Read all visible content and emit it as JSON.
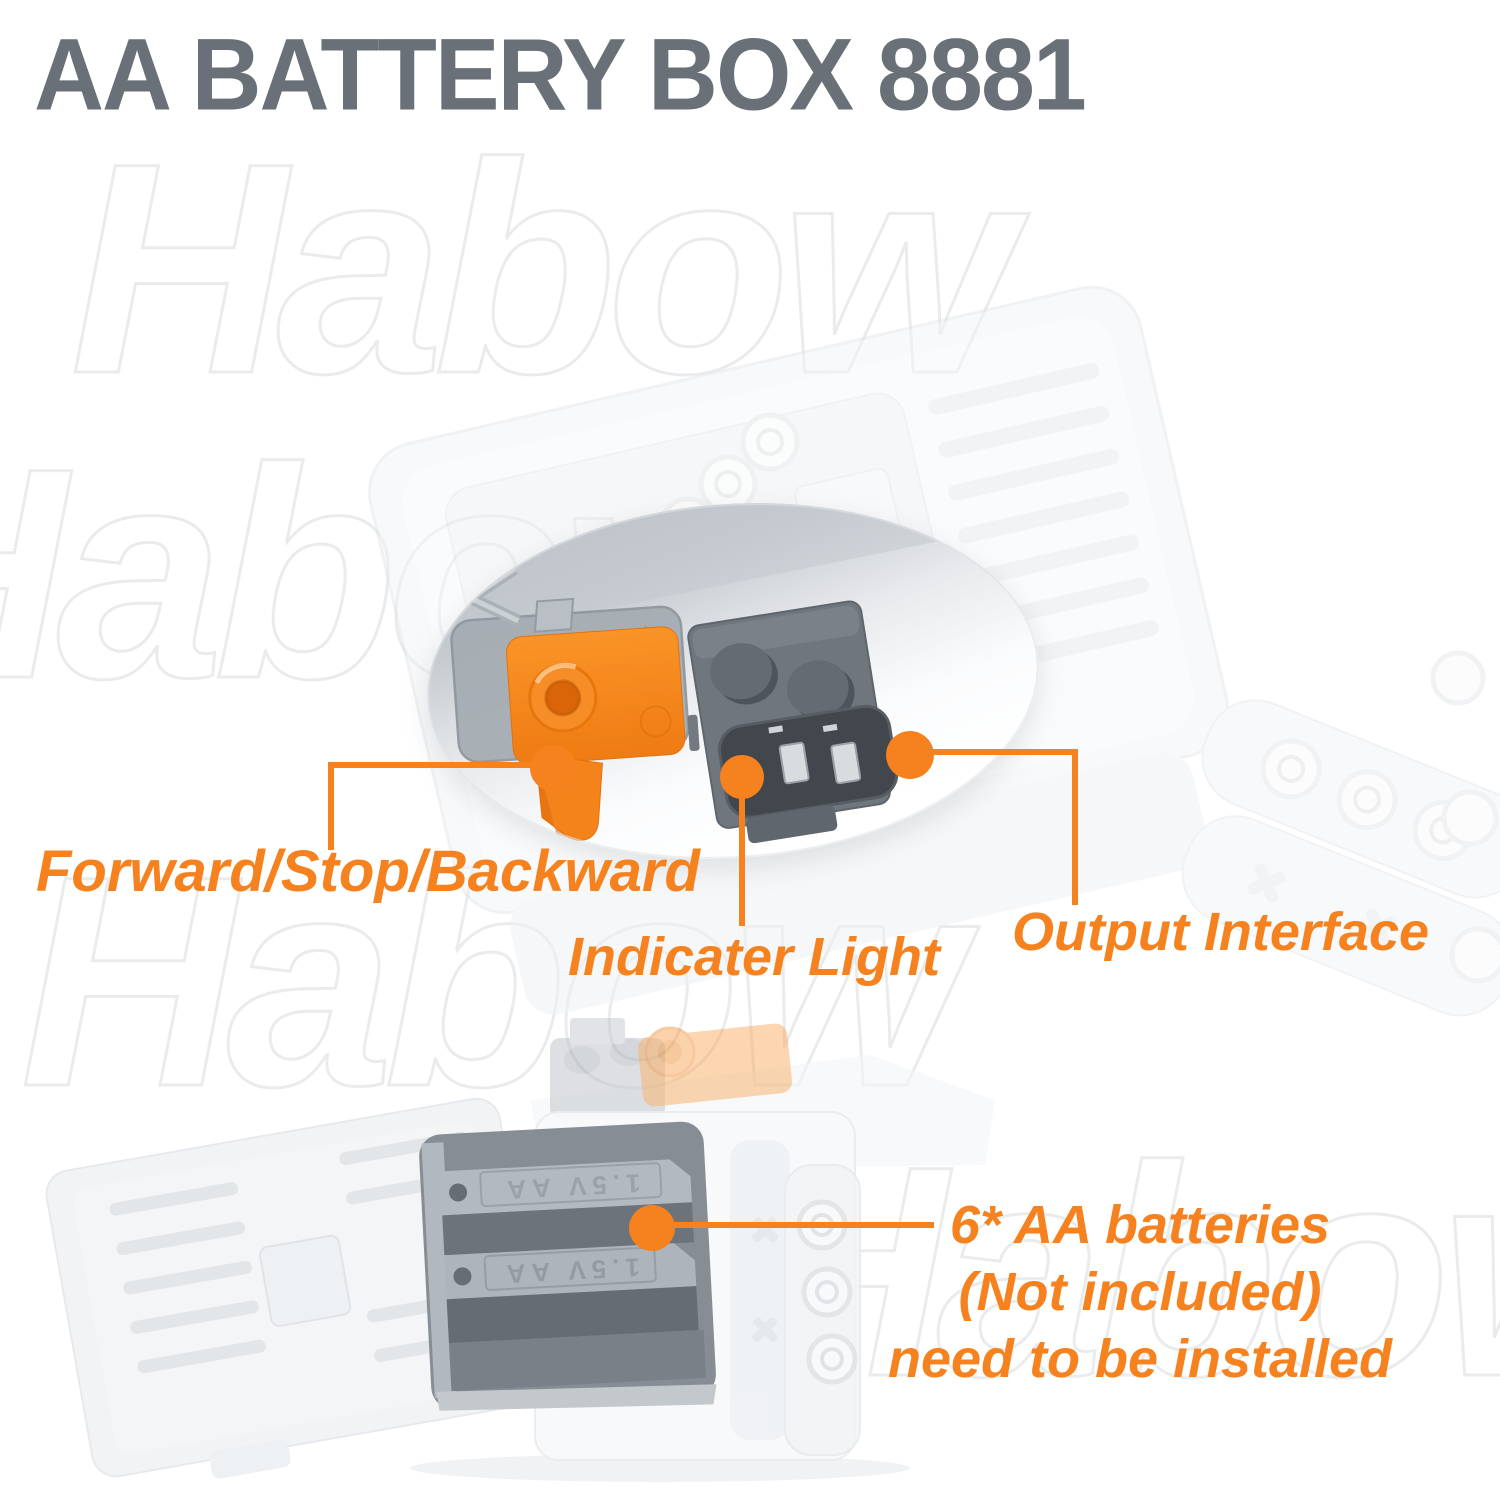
{
  "title": {
    "text": "AA BATTERY BOX 8881"
  },
  "watermark": {
    "text": "Habow"
  },
  "colors": {
    "accent": "#f5821f",
    "title_gray": "#6a7077",
    "switch_orange": "#f5831c",
    "panel_gray": "#a5acb3",
    "connector_gray": "#70767e",
    "background": "#ffffff"
  },
  "callouts": {
    "switch": {
      "label": "Forward/Stop/Backward"
    },
    "indicator": {
      "label": "Indicater Light"
    },
    "output": {
      "label": "Output Interface"
    },
    "batteries": {
      "lines": [
        "6* AA batteries",
        "(Not included)",
        "need to be installed"
      ]
    }
  },
  "product": {
    "battery_slot_marking": "1.5V AA"
  }
}
